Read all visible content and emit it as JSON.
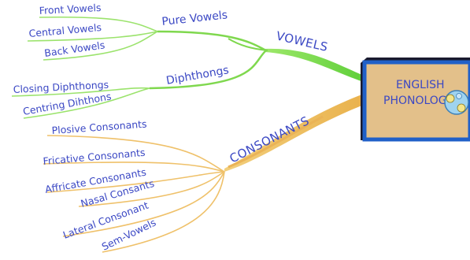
{
  "center": {
    "line1": "ENGLISH",
    "line2": "PHONOLOGY"
  },
  "branches": {
    "vowels": {
      "label": "VOWELS",
      "pure": {
        "label": "Pure Vowels",
        "items": [
          "Front Vowels",
          "Central Vowels",
          "Back Vowels"
        ]
      },
      "diphthongs": {
        "label": "Diphthongs",
        "items": [
          "Closing Diphthongs",
          "Centring Dihthons"
        ]
      }
    },
    "consonants": {
      "label": "CONSONANTS",
      "items": [
        "Plosive Consonants",
        "Fricative Consonants",
        "Affricate Consonants",
        "Nasal Consants",
        "Lateral Consonant",
        "Sem-Vowels"
      ]
    }
  },
  "colors": {
    "vowel_branch": "#8fe05a",
    "consonant_branch": "#f0c060",
    "text": "#3b48c4",
    "box_fill": "#e3c08a",
    "box_border": "#2060c8"
  }
}
